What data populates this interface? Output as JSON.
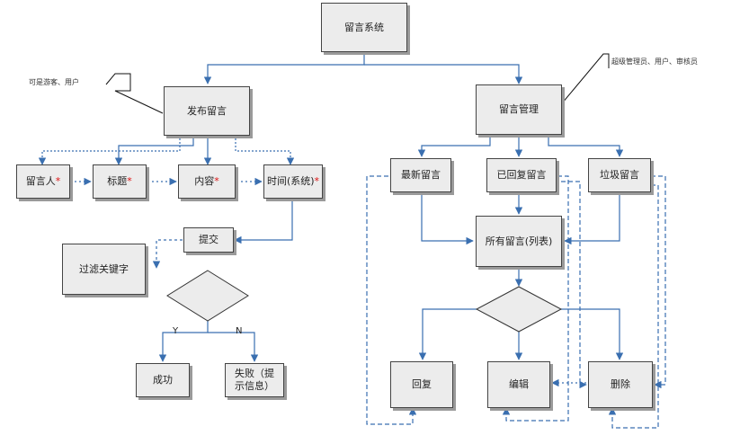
{
  "nodes": {
    "root": "留言系统",
    "publish": "发布留言",
    "manage": "留言管理",
    "author": "留言人",
    "title": "标题",
    "content": "内容",
    "time": "时间(系统)",
    "submit": "提交",
    "filter": "过滤关键字",
    "success": "成功",
    "fail": "失败（提示信息）",
    "latest": "最新留言",
    "replied": "已回复留言",
    "trash": "垃圾留言",
    "all_list": "所有留言(列表)",
    "reply": "回复",
    "edit": "编辑",
    "delete": "删除"
  },
  "required_mark": "*",
  "notes": {
    "left": "可是游客、用户",
    "right": "超级管理员、用户、审核员"
  },
  "labels": {
    "yes": "Y",
    "no": "N"
  },
  "colors": {
    "arrow": "#3a6fb0",
    "box_fill": "#ececec",
    "required": "#d11111"
  }
}
